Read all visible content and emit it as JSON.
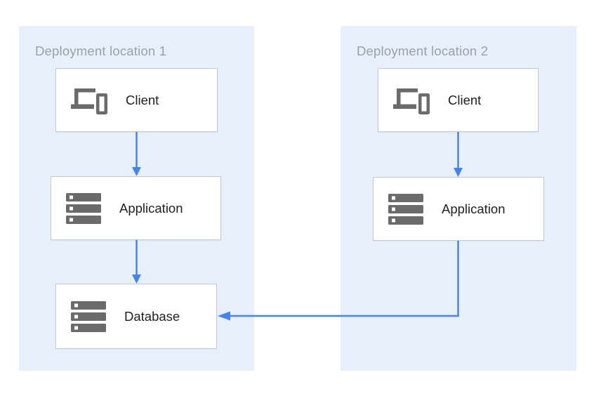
{
  "page": {
    "background": "#FFFFFF"
  },
  "diagram": {
    "groups": [
      {
        "id": "deployment-location-1",
        "label": "Deployment location 1",
        "nodes": [
          {
            "id": "loc1-client",
            "label": "Client",
            "icon": "devices-icon"
          },
          {
            "id": "loc1-application",
            "label": "Application",
            "icon": "storage-icon"
          },
          {
            "id": "loc1-database",
            "label": "Database",
            "icon": "storage-icon"
          }
        ]
      },
      {
        "id": "deployment-location-2",
        "label": "Deployment location 2",
        "nodes": [
          {
            "id": "loc2-client",
            "label": "Client",
            "icon": "devices-icon"
          },
          {
            "id": "loc2-application",
            "label": "Application",
            "icon": "storage-icon"
          }
        ]
      }
    ],
    "edges": [
      {
        "from": "loc1-client",
        "to": "loc1-application",
        "shape": "straight-down"
      },
      {
        "from": "loc1-application",
        "to": "loc1-database",
        "shape": "straight-down"
      },
      {
        "from": "loc2-client",
        "to": "loc2-application",
        "shape": "straight-down"
      },
      {
        "from": "loc2-application",
        "to": "loc1-database",
        "shape": "down-then-left"
      }
    ],
    "colors": {
      "panel_background": "#E7F0FA",
      "node_background": "#FFFFFF",
      "node_border": "#C6C9CC",
      "icon_gray": "#6B6B6B",
      "group_label_gray": "#9AA0A6",
      "node_text": "#212121",
      "arrow_blue": "#4284F4"
    }
  }
}
